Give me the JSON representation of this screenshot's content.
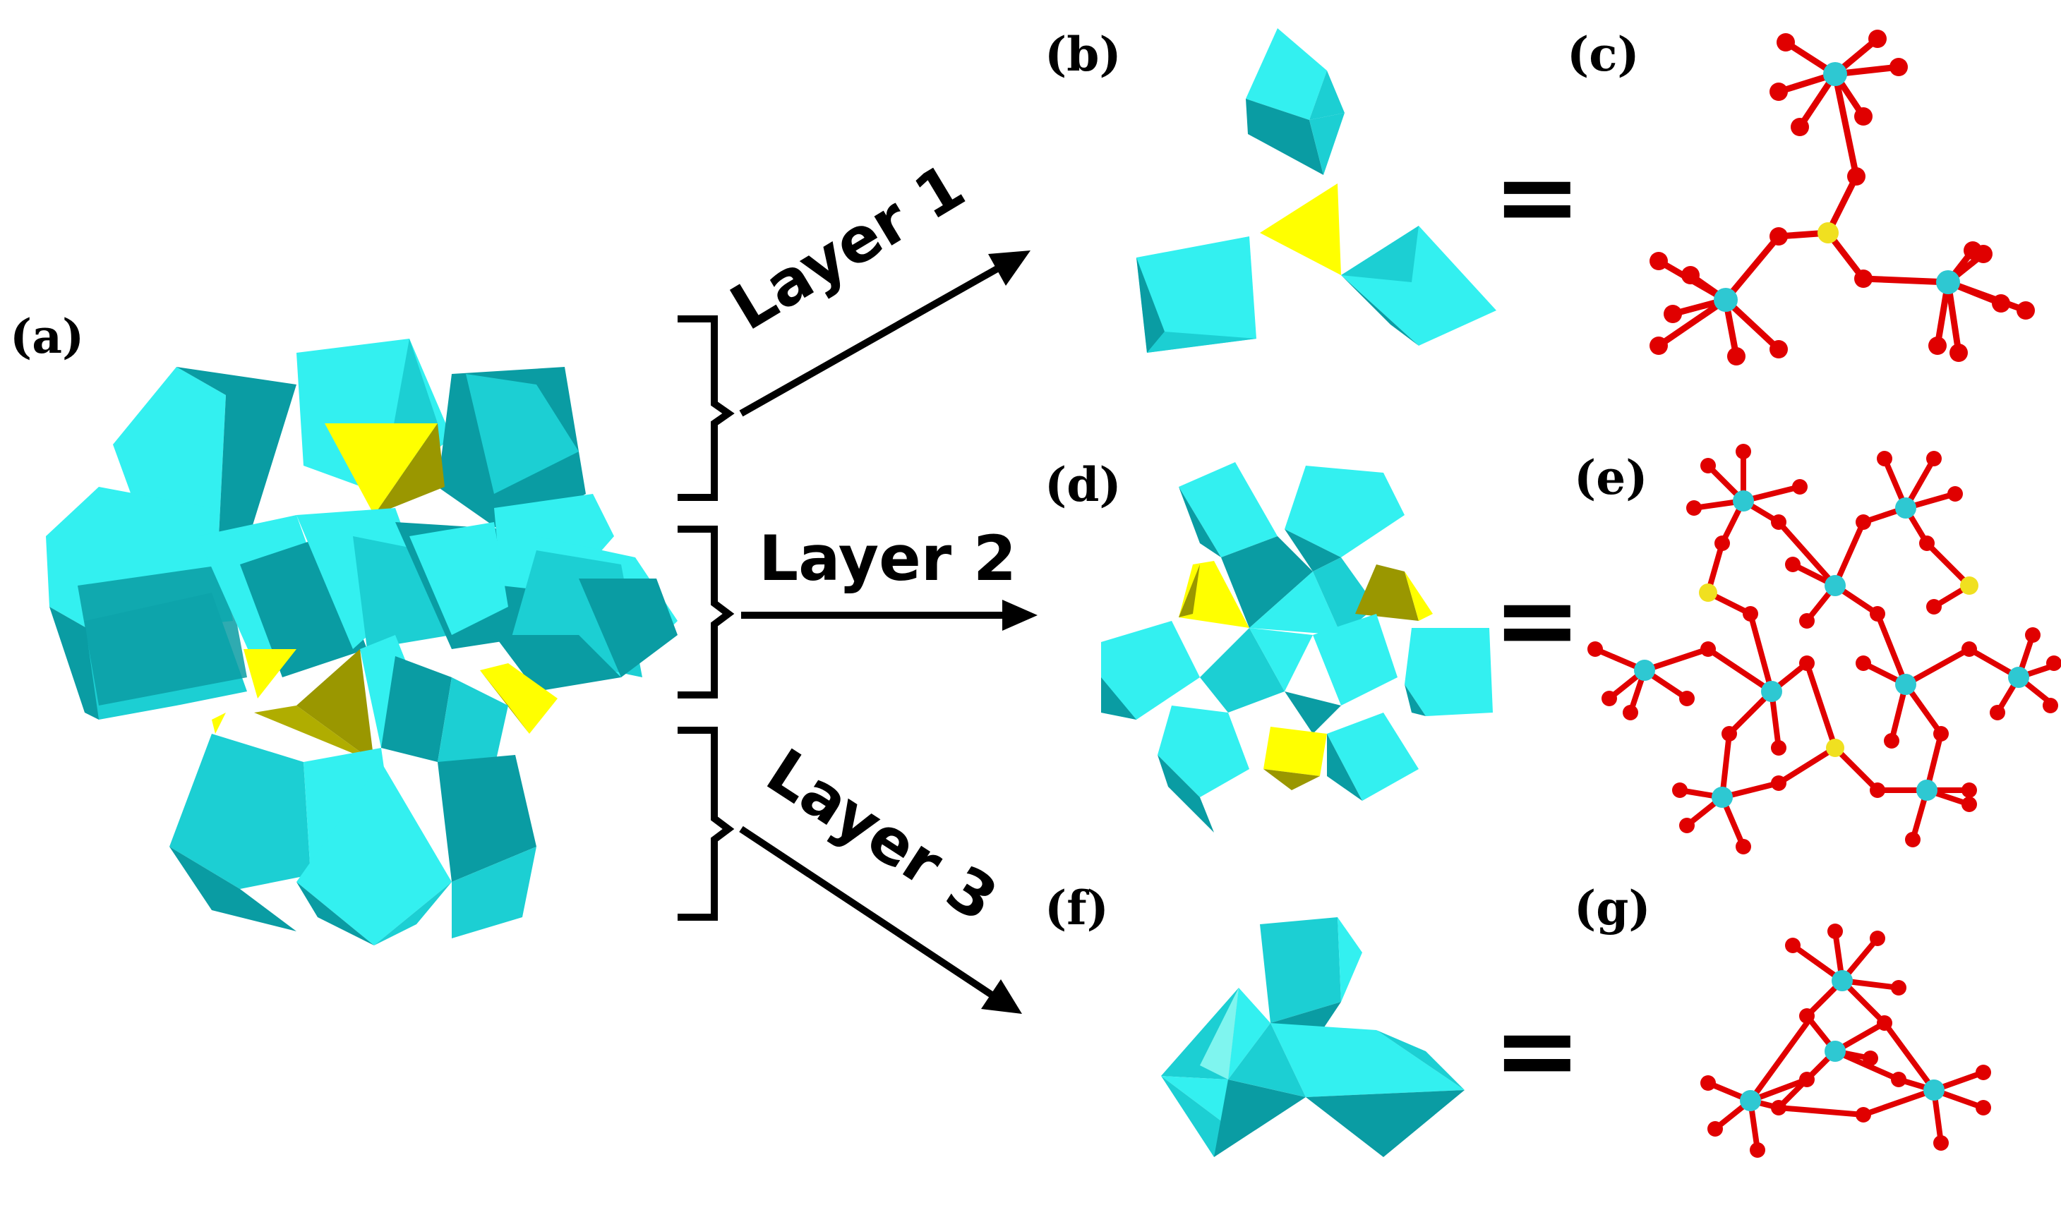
{
  "panels": {
    "a": "(a)",
    "b": "(b)",
    "c": "(c)",
    "d": "(d)",
    "e": "(e)",
    "f": "(f)",
    "g": "(g)"
  },
  "layers": [
    "Layer 1",
    "Layer 2",
    "Layer 3"
  ],
  "equals": "=",
  "colors": {
    "octahedron_light": "#33f0f0",
    "octahedron_mid": "#1ccfd3",
    "octahedron_dark": "#0a9ca3",
    "tetrahedron_light": "#ffff00",
    "tetrahedron_dark": "#9a9700",
    "metal_atom": "#2ec8d2",
    "oxygen_atom": "#e00000",
    "sulfur_atom": "#f0e020"
  }
}
